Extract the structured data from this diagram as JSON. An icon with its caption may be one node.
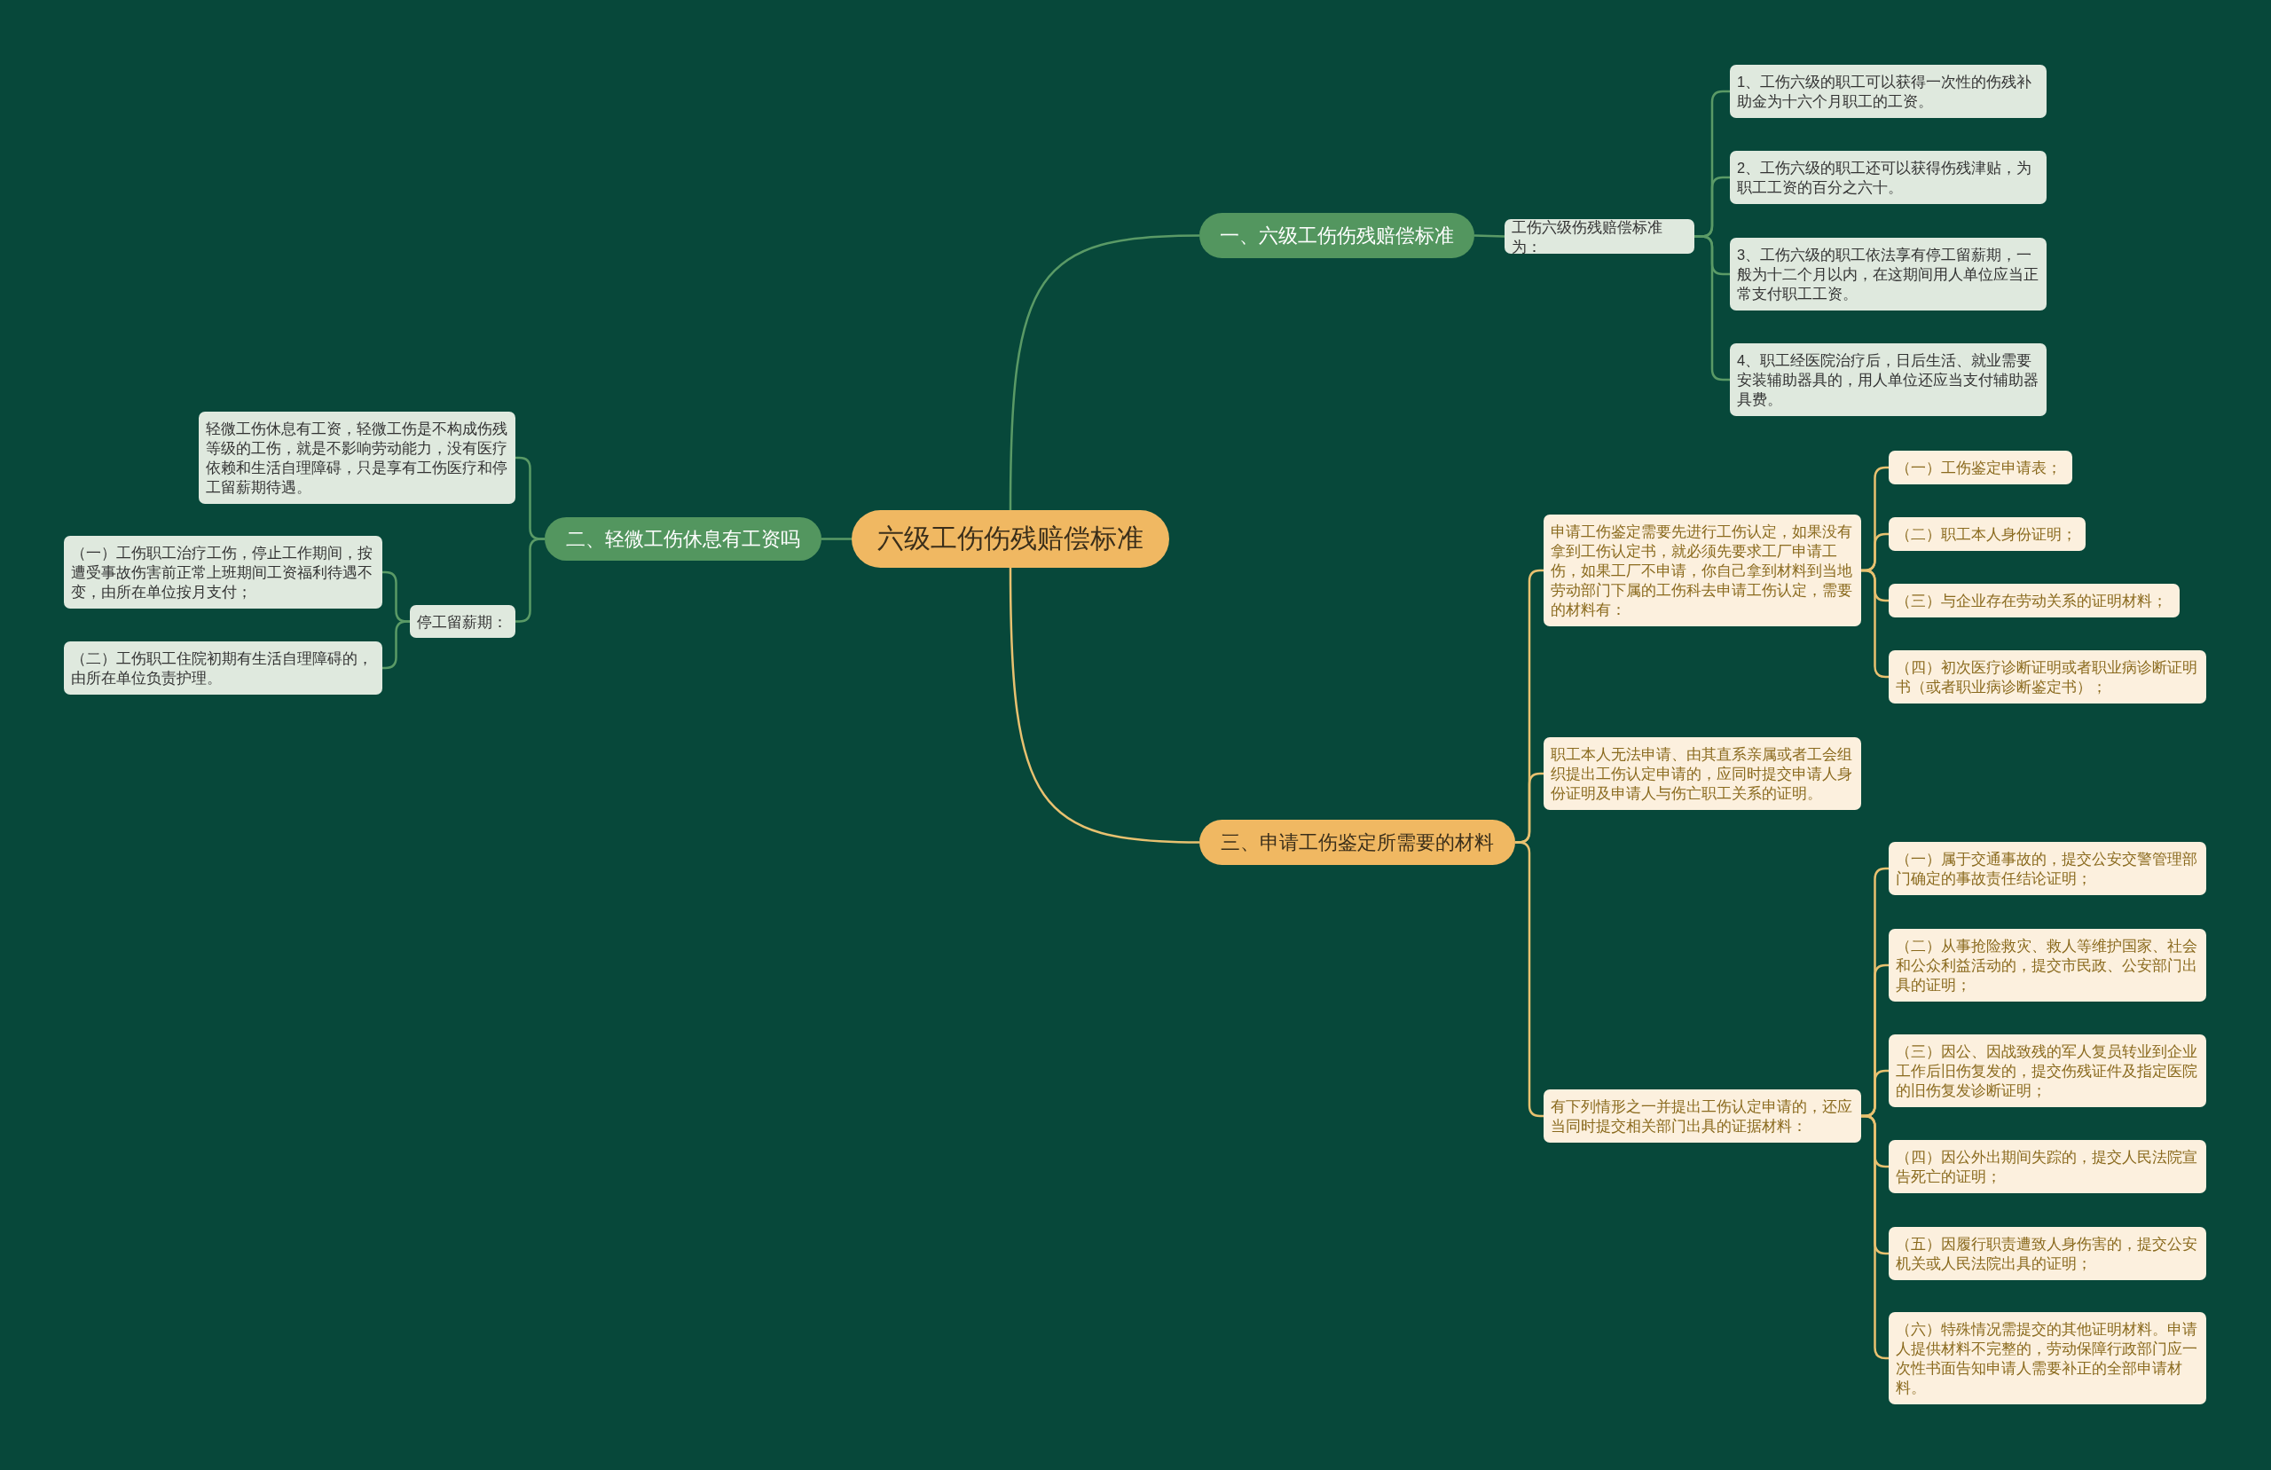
{
  "diagram": {
    "nodes": [
      {
        "text": [
          "六级工伤伤残赔偿标准"
        ]
      },
      {
        "text": [
          "一、六级工伤伤残赔偿标准"
        ]
      },
      {
        "text": [
          "工伤六级伤残赔偿标准为："
        ]
      },
      {
        "text": [
          "1、工伤六级的职工可以获得一次性的伤残补助金为十六个月职工的工资。"
        ]
      },
      {
        "text": [
          "2、工伤六级的职工还可以获得伤残津贴，为职工工资的百分之六十。"
        ]
      },
      {
        "text": [
          "3、工伤六级的职工依法享有停工留薪期，一般为十二个月以内，在这期间用人单位应当正常支付职工工资。"
        ]
      },
      {
        "text": [
          "4、职工经医院治疗后，日后生活、就业需要安装辅助器具的，用人单位还应当支付辅助器具费。"
        ]
      },
      {
        "text": [
          "二、轻微工伤休息有工资吗"
        ]
      },
      {
        "text": [
          "轻微工伤休息有工资，轻微工伤是不构成伤残等级的工伤，就是不影响劳动能力，没有医疗依赖和生活自理障碍，只是享有工伤医疗和停工留薪期待遇。"
        ]
      },
      {
        "text": [
          "停工留薪期："
        ]
      },
      {
        "text": [
          "（一）工伤职工治疗工伤，停止工作期间，按遭受事故伤害前正常上班期间工资福利待遇不变，由所在单位按月支付；"
        ]
      },
      {
        "text": [
          "（二）工伤职工住院初期有生活自理障碍的，由所在单位负责护理。"
        ]
      },
      {
        "text": [
          "三、申请工伤鉴定所需要的材料"
        ]
      },
      {
        "text": [
          "申请工伤鉴定需要先进行工伤认定，如果没有拿到工伤认定书，就必须先要求工厂申请工伤，如果工厂不申请，你自己拿到材料到当地劳动部门下属的工伤科去申请工伤认定，需要的材料有："
        ]
      },
      {
        "text": [
          "（一）工伤鉴定申请表；"
        ]
      },
      {
        "text": [
          "（二）职工本人身份证明；"
        ]
      },
      {
        "text": [
          "（三）与企业存在劳动关系的证明材料；"
        ]
      },
      {
        "text": [
          "（四）初次医疗诊断证明或者职业病诊断证明书（或者职业病诊断鉴定书）；"
        ]
      },
      {
        "text": [
          "职工本人无法申请、由其直系亲属或者工会组织提出工伤认定申请的，应同时提交申请人身份证明及申请人与伤亡职工关系的证明。"
        ]
      },
      {
        "text": [
          "有下列情形之一并提出工伤认定申请的，还应当同时提交相关部门出具的证据材料："
        ]
      },
      {
        "text": [
          "（一）属于交通事故的，提交公安交警管理部门确定的事故责任结论证明；"
        ]
      },
      {
        "text": [
          "（二）从事抢险救灾、救人等维护国家、社会和公众利益活动的，提交市民政、公安部门出具的证明；"
        ]
      },
      {
        "text": [
          "（三）因公、因战致残的军人复员转业到企业工作后旧伤复发的，提交伤残证件及指定医院的旧伤复发诊断证明；"
        ]
      },
      {
        "text": [
          "（四）因公外出期间失踪的，提交人民法院宣告死亡的证明；"
        ]
      },
      {
        "text": [
          "（五）因履行职责遭致人身伤害的，提交公安机关或人民法院出具的证明；"
        ]
      },
      {
        "text": [
          "（六）特殊情况需提交的其他证明材料。申请人提供材料不完整的，劳动保障行政部门应一次性书面告知申请人需要补正的全部申请材料。"
        ]
      }
    ],
    "edges": [
      {
        "from": 0,
        "to": 1,
        "arrow": "none",
        "color": "#5a9a66"
      },
      {
        "from": 1,
        "to": 2,
        "arrow": "none",
        "color": "#5a9a66"
      },
      {
        "from": 2,
        "to": 3,
        "arrow": "none",
        "color": "#5a9a66"
      },
      {
        "from": 2,
        "to": 4,
        "arrow": "none",
        "color": "#5a9a66"
      },
      {
        "from": 2,
        "to": 5,
        "arrow": "none",
        "color": "#5a9a66"
      },
      {
        "from": 2,
        "to": 6,
        "arrow": "none",
        "color": "#5a9a66"
      },
      {
        "from": 0,
        "to": 7,
        "arrow": "none",
        "color": "#5a9a66"
      },
      {
        "from": 7,
        "to": 8,
        "arrow": "none",
        "color": "#5a9a66"
      },
      {
        "from": 7,
        "to": 9,
        "arrow": "none",
        "color": "#5a9a66"
      },
      {
        "from": 9,
        "to": 10,
        "arrow": "none",
        "color": "#5a9a66"
      },
      {
        "from": 9,
        "to": 11,
        "arrow": "none",
        "color": "#5a9a66"
      },
      {
        "from": 0,
        "to": 12,
        "arrow": "none"
      },
      {
        "from": 12,
        "to": 13,
        "arrow": "none"
      },
      {
        "from": 13,
        "to": 14,
        "arrow": "none"
      },
      {
        "from": 13,
        "to": 15,
        "arrow": "none"
      },
      {
        "from": 13,
        "to": 16,
        "arrow": "none"
      },
      {
        "from": 13,
        "to": 17,
        "arrow": "none"
      },
      {
        "from": 12,
        "to": 18,
        "arrow": "none"
      },
      {
        "from": 12,
        "to": 19,
        "arrow": "none"
      },
      {
        "from": 19,
        "to": 20,
        "arrow": "none"
      },
      {
        "from": 19,
        "to": 21,
        "arrow": "none"
      },
      {
        "from": 19,
        "to": 22,
        "arrow": "none"
      },
      {
        "from": 19,
        "to": 23,
        "arrow": "none"
      },
      {
        "from": 19,
        "to": 24,
        "arrow": "none"
      },
      {
        "from": 19,
        "to": 25,
        "arrow": "none"
      }
    ]
  }
}
